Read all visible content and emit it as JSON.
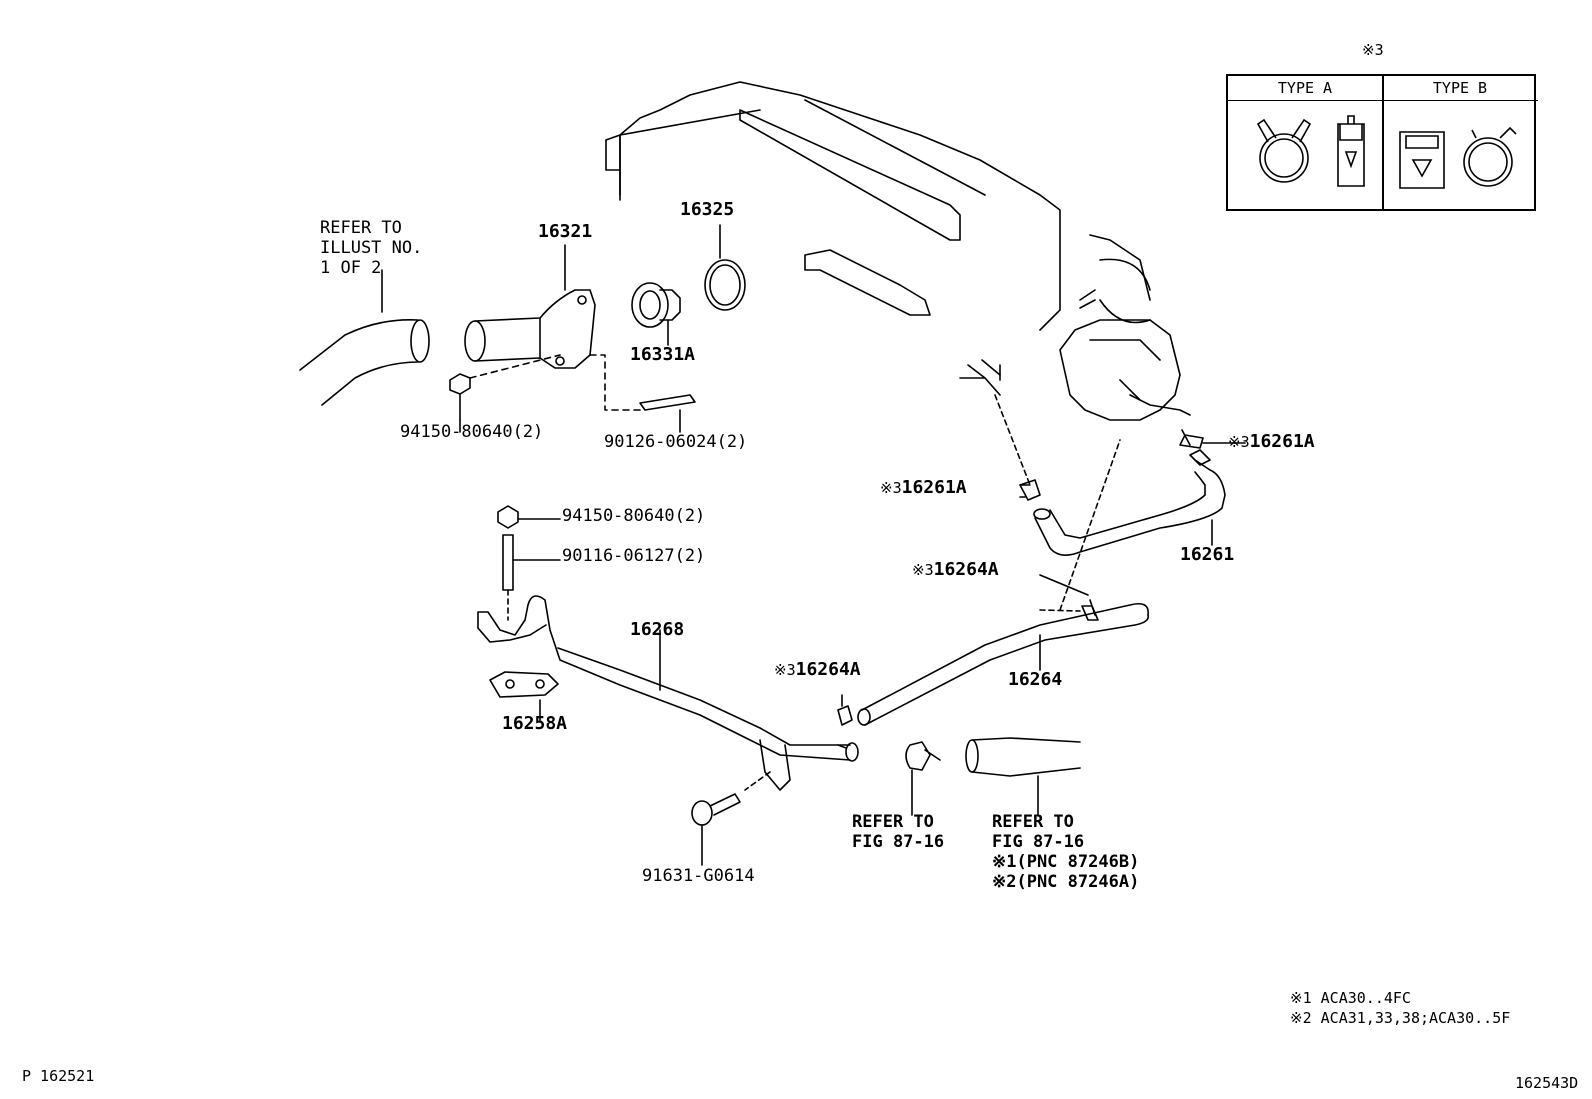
{
  "parts": {
    "p16321": "16321",
    "p16325": "16325",
    "p16331A": "16331A",
    "p94150_top": "94150-80640(2)",
    "p90126": "90126-06024(2)",
    "p94150_mid": "94150-80640(2)",
    "p90116": "90116-06127(2)",
    "p16268": "16268",
    "p16258A": "16258A",
    "p91631": "91631-G0614",
    "p16261A_left": "16261A",
    "p16261A_right": "16261A",
    "p16261": "16261",
    "p16264A_upper": "16264A",
    "p16264A_lower": "16264A",
    "p16264": "16264"
  },
  "marks": {
    "m3": "※3",
    "m1": "※1",
    "m2": "※2"
  },
  "refs": {
    "illust": [
      "REFER TO",
      "ILLUST NO.",
      "1 OF 2"
    ],
    "fig_left": [
      "REFER TO",
      "FIG 87-16"
    ],
    "fig_right": [
      "REFER TO",
      "FIG 87-16"
    ],
    "pnc1": "※1(PNC 87246B)",
    "pnc2": "※2(PNC 87246A)"
  },
  "type_table": {
    "note": "※3",
    "type_a": "TYPE A",
    "type_b": "TYPE B"
  },
  "footnotes": {
    "n1": "※1 ACA30..4FC",
    "n2": "※2 ACA31,33,38;ACA30..5F"
  },
  "codes": {
    "left": "P 162521",
    "right": "162543D"
  }
}
